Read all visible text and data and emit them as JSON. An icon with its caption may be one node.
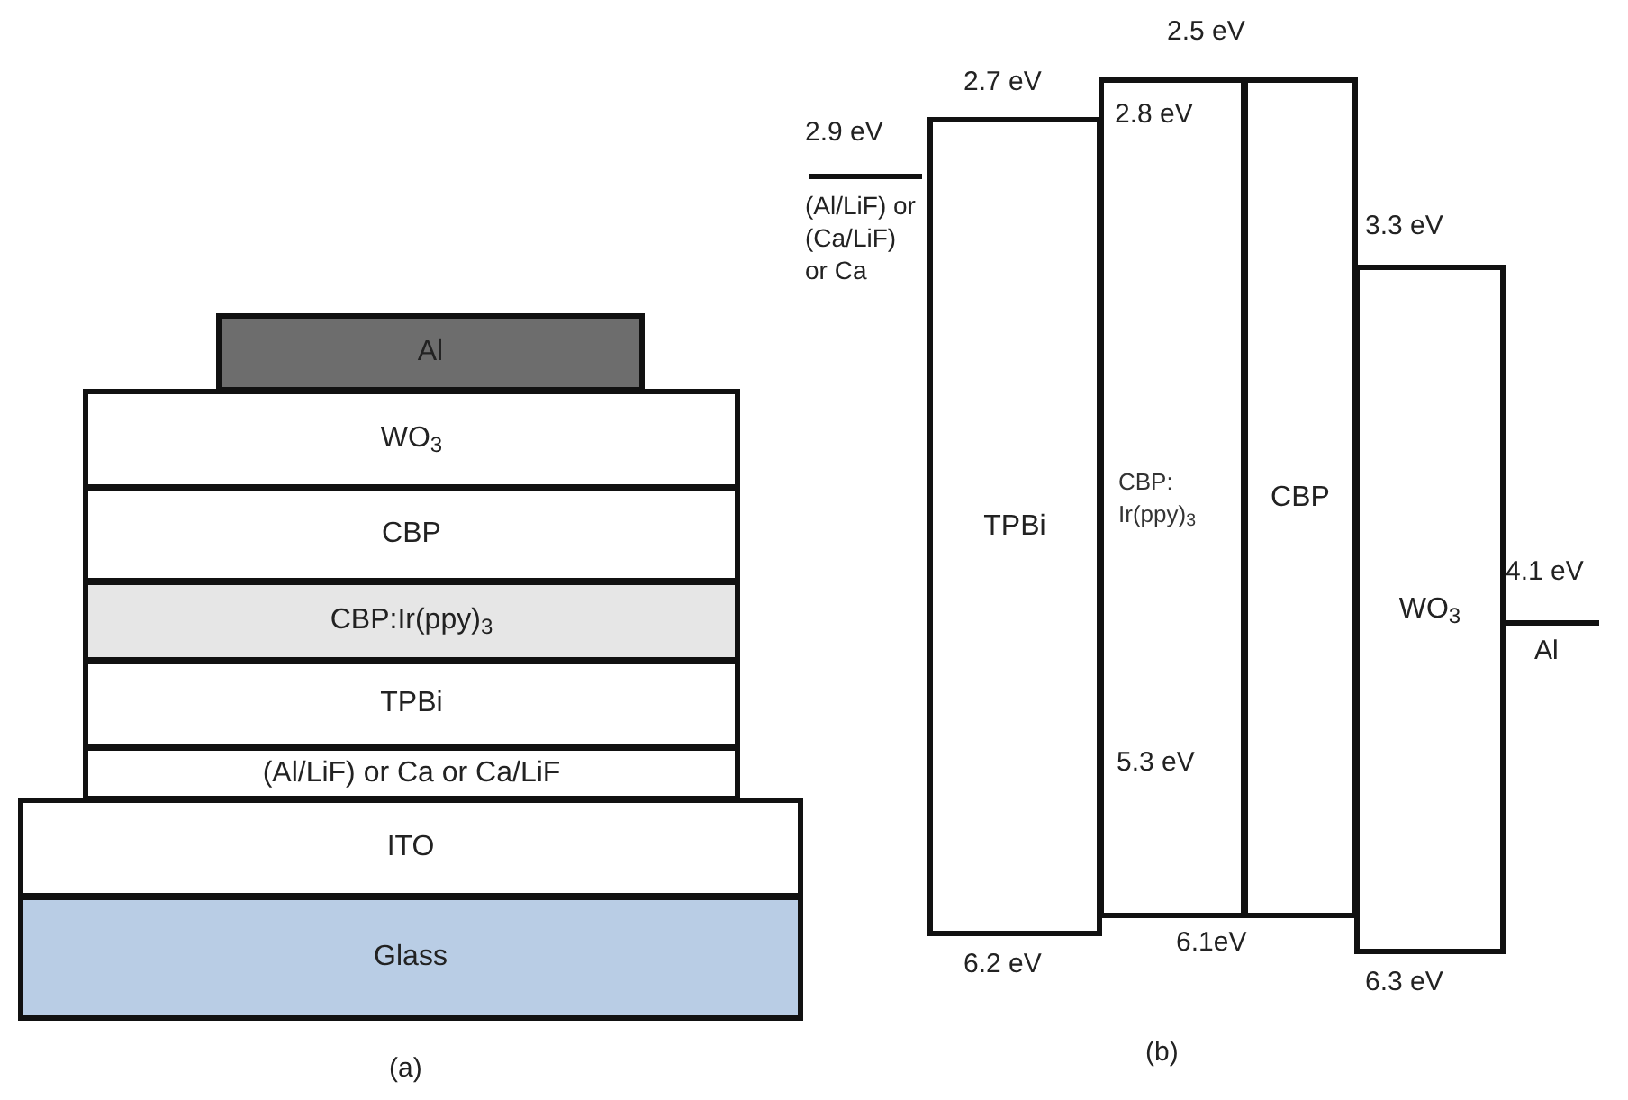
{
  "diagram": {
    "nodes": [
      {
        "text": [
          "Al"
        ]
      },
      {
        "text": [
          "WO$_{3}$"
        ]
      },
      {
        "text": [
          "CBP"
        ]
      },
      {
        "text": [
          "CBP:Ir(ppy)$_{3}$"
        ]
      },
      {
        "text": [
          "TPBi"
        ]
      },
      {
        "text": [
          "(Al/LiF) or Ca or Ca/LiF"
        ]
      },
      {
        "text": [
          "ITO"
        ]
      },
      {
        "text": [
          "Glass"
        ]
      },
      {
        "text": [
          "TPBi"
        ]
      },
      {
        "text": [
          "CBP: Ir(ppy)$_{3}$"
        ]
      },
      {
        "text": [
          "CBP"
        ]
      },
      {
        "text": [
          "WO$_{3}$"
        ]
      }
    ],
    "labels": [
      "2.5 eV",
      "2.7 eV",
      "2.8 eV",
      "2.9 eV",
      "(Al/LiF) or (Ca/LiF) or Ca",
      "3.3 eV",
      "4.1 eV",
      "Al",
      "5.3 eV",
      "6.2 eV",
      "6.1eV",
      "6.3 eV",
      "(a)",
      "(b)"
    ]
  }
}
